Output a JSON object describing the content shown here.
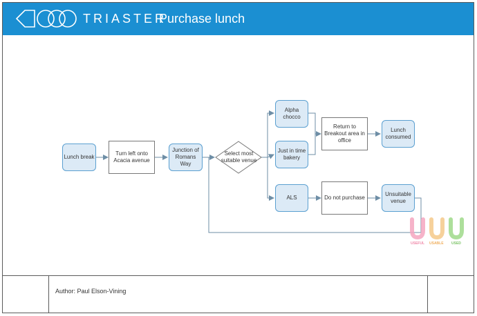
{
  "header": {
    "brand": "TRIASTER",
    "title": "Purchase lunch"
  },
  "nodes": {
    "lunch_break": "Lunch break",
    "turn_left": "Turn left onto Acacia avenue",
    "junction": "Junction of Romans Way",
    "select_venue": "Select most suitable venue",
    "alpha_chocco": "Alpha chocco",
    "just_in_time": "Just in time bakery",
    "als": "ALS",
    "return_breakout": "Return to Breakout area in office",
    "lunch_consumed": "Lunch consumed",
    "do_not_purchase": "Do not purchase",
    "unsuitable_venue": "Unsuitable venue"
  },
  "footer": {
    "author": "Author: Paul Elson-Vining"
  },
  "badge": {
    "labels": [
      "USEFUL",
      "USABLE",
      "USED"
    ],
    "colors": [
      "#f4a6c0",
      "#f5c98a",
      "#9fd98a"
    ]
  },
  "colors": {
    "header": "#1b8fd2",
    "node_fill": "#dceaf6",
    "node_border": "#5a9fd0",
    "connector": "#6e8ea6"
  }
}
